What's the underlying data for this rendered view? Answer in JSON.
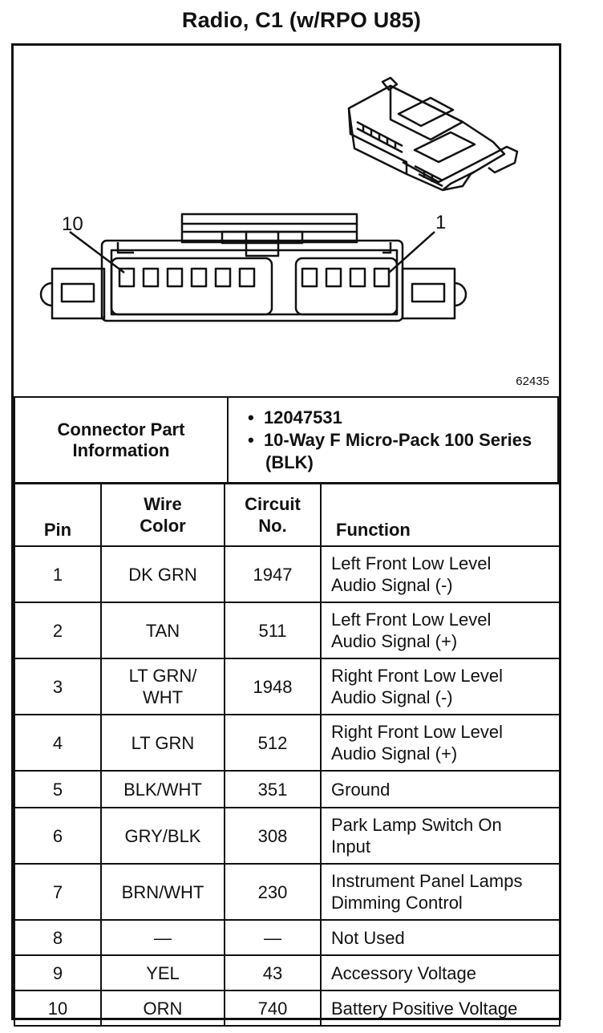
{
  "title": "Radio, C1 (w/RPO U85)",
  "diagram": {
    "label_left": "10",
    "label_right": "1",
    "figure_number": "62435"
  },
  "connector_info": {
    "label": "Connector Part Information",
    "items": [
      "12047531",
      "10-Way F Micro-Pack 100 Series (BLK)"
    ]
  },
  "table": {
    "headers": {
      "pin": "Pin",
      "wire_color": "Wire Color",
      "circuit": "Circuit No.",
      "function": "Function"
    },
    "rows": [
      {
        "pin": "1",
        "wire": "DK GRN",
        "circuit": "1947",
        "function": "Left Front Low Level Audio Signal (-)"
      },
      {
        "pin": "2",
        "wire": "TAN",
        "circuit": "511",
        "function": "Left Front Low Level Audio Signal (+)"
      },
      {
        "pin": "3",
        "wire": "LT GRN/ WHT",
        "circuit": "1948",
        "function": "Right Front Low Level Audio Signal (-)"
      },
      {
        "pin": "4",
        "wire": "LT GRN",
        "circuit": "512",
        "function": "Right Front Low Level Audio Signal (+)"
      },
      {
        "pin": "5",
        "wire": "BLK/WHT",
        "circuit": "351",
        "function": "Ground"
      },
      {
        "pin": "6",
        "wire": "GRY/BLK",
        "circuit": "308",
        "function": "Park Lamp Switch On Input"
      },
      {
        "pin": "7",
        "wire": "BRN/WHT",
        "circuit": "230",
        "function": "Instrument Panel Lamps Dimming Control"
      },
      {
        "pin": "8",
        "wire": "—",
        "circuit": "—",
        "function": "Not Used"
      },
      {
        "pin": "9",
        "wire": "YEL",
        "circuit": "43",
        "function": "Accessory Voltage"
      },
      {
        "pin": "10",
        "wire": "ORN",
        "circuit": "740",
        "function": "Battery Positive Voltage"
      }
    ]
  }
}
